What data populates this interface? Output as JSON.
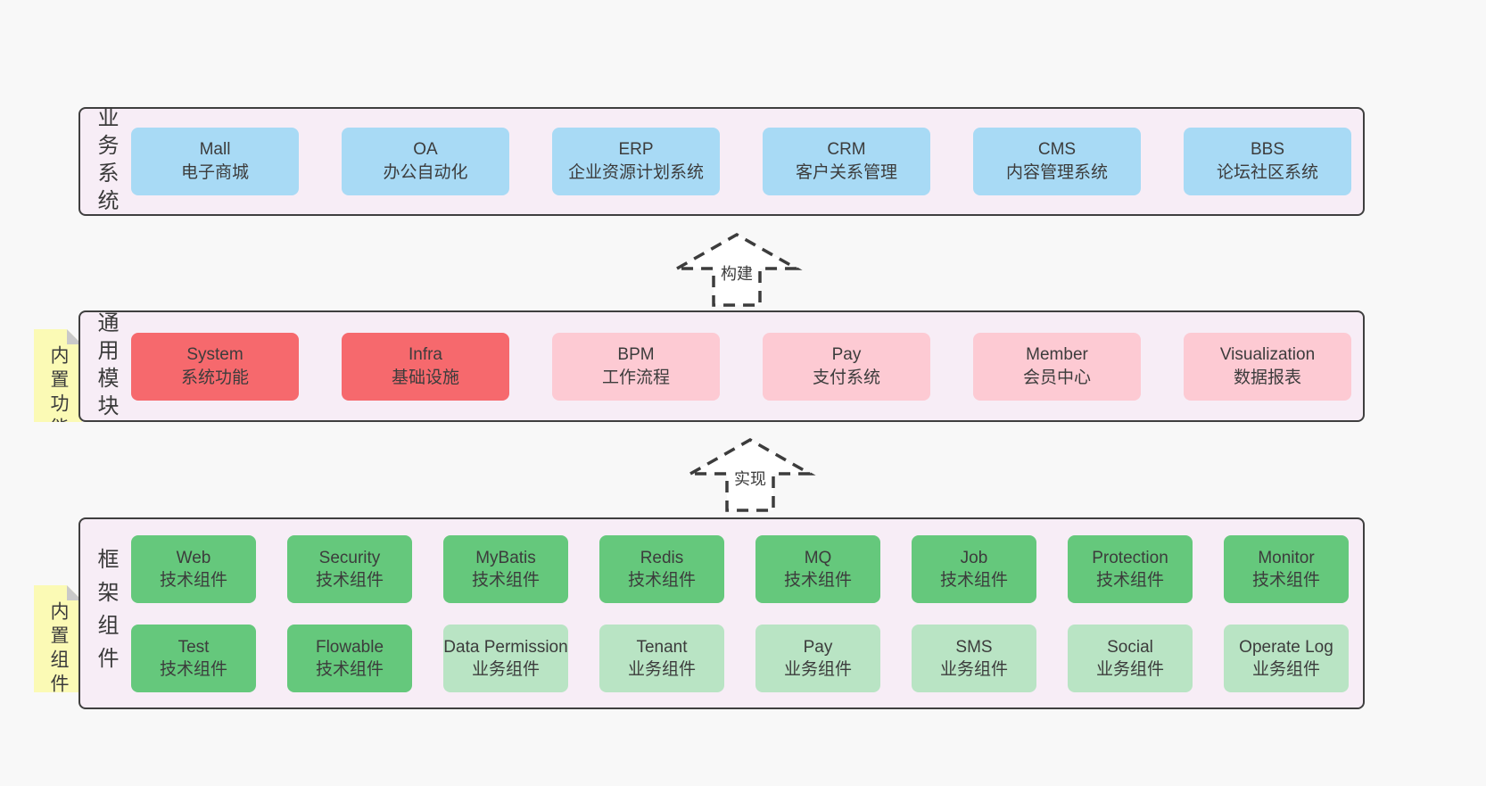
{
  "colors": {
    "page_bg": "#f8f8f8",
    "band_bg": "#f7edf6",
    "band_border": "#3f3f3f",
    "blue_box": "#a8daf5",
    "red_box": "#f6696d",
    "pink_box": "#fdcad3",
    "green_box": "#65c87c",
    "light_green_box": "#b9e4c4",
    "note_yellow": "#fbfab5",
    "note_fold": "#c9c9c9",
    "text": "#3c3c3c"
  },
  "arrows": [
    {
      "label": "构建"
    },
    {
      "label": "实现"
    }
  ],
  "bands": [
    {
      "label": "业务系统",
      "boxes": [
        {
          "en": "Mall",
          "zh": "电子商城"
        },
        {
          "en": "OA",
          "zh": "办公自动化"
        },
        {
          "en": "ERP",
          "zh": "企业资源计划系统"
        },
        {
          "en": "CRM",
          "zh": "客户关系管理"
        },
        {
          "en": "CMS",
          "zh": "内容管理系统"
        },
        {
          "en": "BBS",
          "zh": "论坛社区系统"
        }
      ]
    },
    {
      "label": "通用模块",
      "note": "内置功能",
      "boxes": [
        {
          "en": "System",
          "zh": "系统功能",
          "variant": "red"
        },
        {
          "en": "Infra",
          "zh": "基础设施",
          "variant": "red"
        },
        {
          "en": "BPM",
          "zh": "工作流程",
          "variant": "pink"
        },
        {
          "en": "Pay",
          "zh": "支付系统",
          "variant": "pink"
        },
        {
          "en": "Member",
          "zh": "会员中心",
          "variant": "pink"
        },
        {
          "en": "Visualization",
          "zh": "数据报表",
          "variant": "pink"
        }
      ]
    },
    {
      "label": "框架组件",
      "note": "内置组件",
      "rows": [
        [
          {
            "en": "Web",
            "zh": "技术组件",
            "variant": "green"
          },
          {
            "en": "Security",
            "zh": "技术组件",
            "variant": "green"
          },
          {
            "en": "MyBatis",
            "zh": "技术组件",
            "variant": "green"
          },
          {
            "en": "Redis",
            "zh": "技术组件",
            "variant": "green"
          },
          {
            "en": "MQ",
            "zh": "技术组件",
            "variant": "green"
          },
          {
            "en": "Job",
            "zh": "技术组件",
            "variant": "green"
          },
          {
            "en": "Protection",
            "zh": "技术组件",
            "variant": "green"
          },
          {
            "en": "Monitor",
            "zh": "技术组件",
            "variant": "green"
          }
        ],
        [
          {
            "en": "Test",
            "zh": "技术组件",
            "variant": "green"
          },
          {
            "en": "Flowable",
            "zh": "技术组件",
            "variant": "green"
          },
          {
            "en": "Data Permission",
            "zh": "业务组件",
            "variant": "lightgreen"
          },
          {
            "en": "Tenant",
            "zh": "业务组件",
            "variant": "lightgreen"
          },
          {
            "en": "Pay",
            "zh": "业务组件",
            "variant": "lightgreen"
          },
          {
            "en": "SMS",
            "zh": "业务组件",
            "variant": "lightgreen"
          },
          {
            "en": "Social",
            "zh": "业务组件",
            "variant": "lightgreen"
          },
          {
            "en": "Operate Log",
            "zh": "业务组件",
            "variant": "lightgreen"
          }
        ]
      ]
    }
  ]
}
